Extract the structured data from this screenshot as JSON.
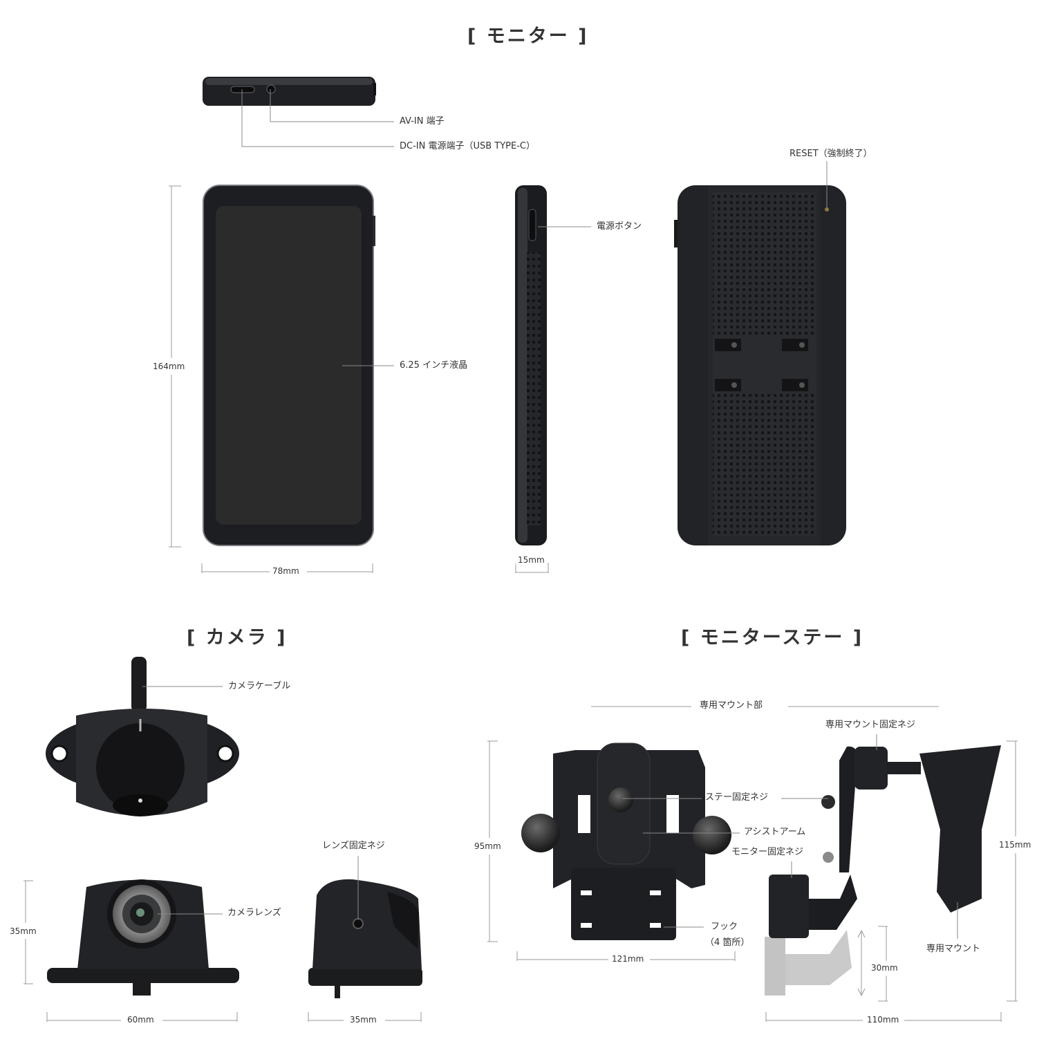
{
  "sections": {
    "monitor_title": "[ モニター ]",
    "camera_title": "[ カメラ ]",
    "stay_title": "[ モニターステー ]"
  },
  "monitor": {
    "av_in": "AV-IN 端子",
    "dc_in": "DC-IN 電源端子（USB TYPE-C）",
    "reset": "RESET（強制終了）",
    "power_button": "電源ボタン",
    "lcd": "6.25 インチ液晶",
    "height": "164mm",
    "width": "78mm",
    "depth": "15mm"
  },
  "camera": {
    "cable": "カメラケーブル",
    "lens": "カメラレンズ",
    "lens_screw": "レンズ固定ネジ",
    "height": "35mm",
    "width": "60mm",
    "depth": "35mm"
  },
  "stay": {
    "mount_part": "専用マウント部",
    "mount_screw": "専用マウント固定ネジ",
    "stay_screw": "ステー固定ネジ",
    "assist_arm": "アシストアーム",
    "monitor_screw": "モニター固定ネジ",
    "hook": "フック",
    "hook_count": "（4 箇所）",
    "dedicated_mount": "専用マウント",
    "height": "95mm",
    "width": "121mm",
    "side_height": "115mm",
    "side_width": "110mm",
    "arm_range": "30mm"
  },
  "colors": {
    "device_body": "#222326",
    "screen": "#2b2b2b",
    "leader_line": "#888888",
    "text": "#333333"
  }
}
